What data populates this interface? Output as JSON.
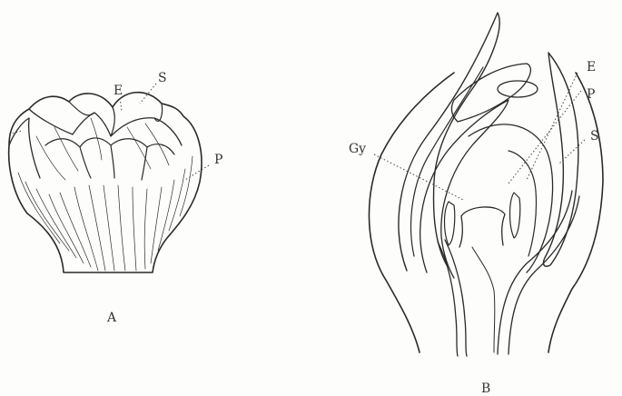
{
  "figure_a": {
    "caption": "A",
    "labels": {
      "e": "E",
      "s": "S",
      "p": "P"
    }
  },
  "figure_b": {
    "caption": "B",
    "labels": {
      "gy": "Gy",
      "e": "E",
      "p": "P",
      "s": "S"
    }
  }
}
